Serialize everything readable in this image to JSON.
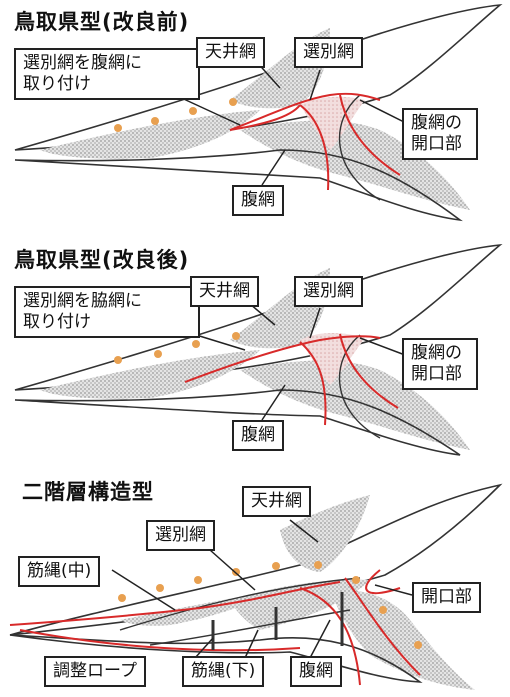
{
  "panel1": {
    "title": "鳥取県型(改良前)",
    "labels": {
      "attach": [
        "選別網を腹網に",
        "取り付け"
      ],
      "ceiling": "天井網",
      "selection": "選別網",
      "opening": [
        "腹網の",
        "開口部"
      ],
      "belly": "腹網"
    }
  },
  "panel2": {
    "title": "鳥取県型(改良後)",
    "labels": {
      "attach": [
        "選別網を脇網に",
        "取り付け"
      ],
      "ceiling": "天井網",
      "selection": "選別網",
      "opening": [
        "腹網の",
        "開口部"
      ],
      "belly": "腹網"
    }
  },
  "panel3": {
    "title": "二階層構造型",
    "labels": {
      "ceiling": "天井網",
      "selection": "選別網",
      "rope_mid": "筋縄(中)",
      "opening": "開口部",
      "adjust_rope": "調整ロープ",
      "rope_low": "筋縄(下)",
      "belly": "腹網"
    }
  },
  "colors": {
    "red_line": "#d82a2a",
    "float": "#e8a050",
    "mesh": "#c8c8c8",
    "outline": "#333333"
  }
}
